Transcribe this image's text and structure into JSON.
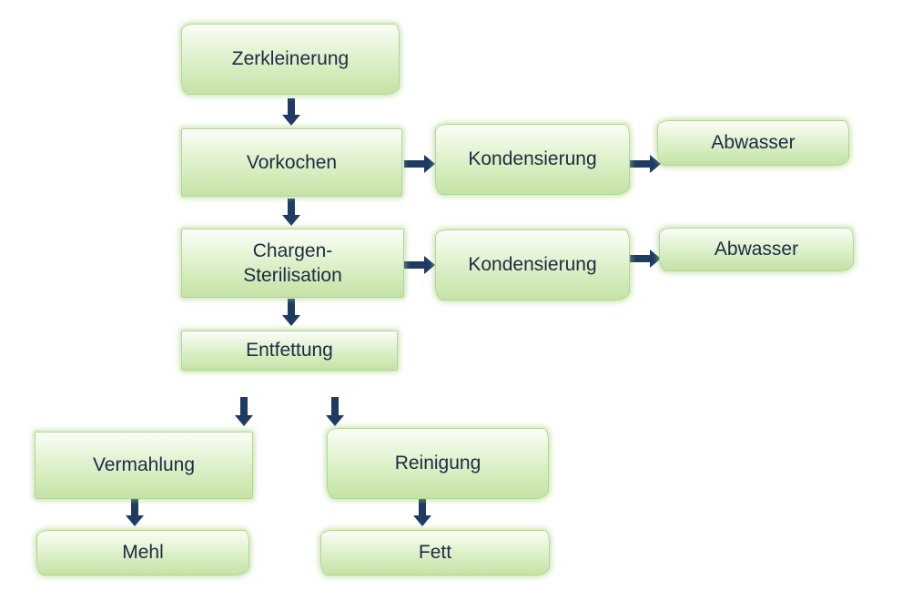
{
  "nodes": {
    "zerkleinerung": "Zerkleinerung",
    "vorkochen": "Vorkochen",
    "kondensierung_1": "Kondensierung",
    "abwasser_1": "Abwasser",
    "chargen_sterilisation": "Chargen-\nSterilisation",
    "kondensierung_2": "Kondensierung",
    "abwasser_2": "Abwasser",
    "entfettung": "Entfettung",
    "vermahlung": "Vermahlung",
    "reinigung": "Reinigung",
    "mehl": "Mehl",
    "fett": "Fett"
  },
  "colors": {
    "node_fill_light": "#fbfef8",
    "node_fill_dark": "#c4e3a6",
    "node_glow": "#a0d278",
    "arrow": "#1f3a63",
    "text": "#1f2a44"
  }
}
